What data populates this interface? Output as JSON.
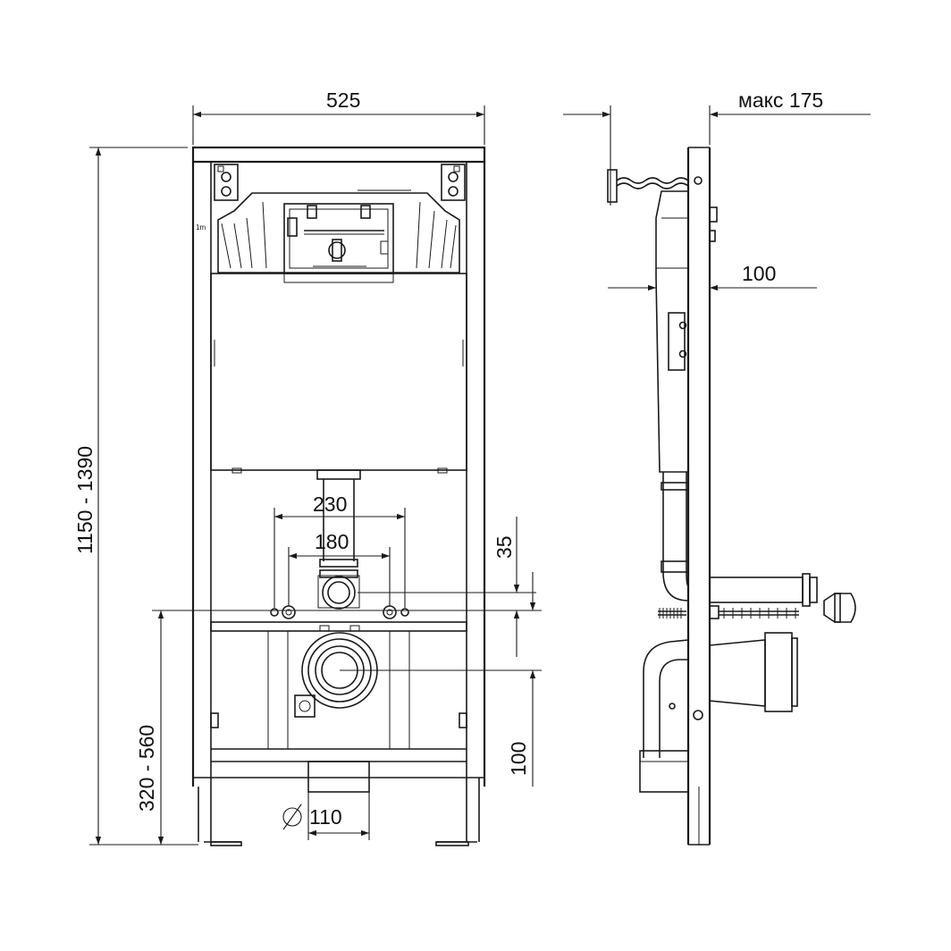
{
  "dimensions": {
    "frame_width": "525",
    "max_depth": "макс 175",
    "height_range": "1150 - 1390",
    "bolt_spacing_outer": "230",
    "bolt_spacing_inner": "180",
    "offset_small": "35",
    "side_depth": "100",
    "bottom_offset": "100",
    "bolt_height_range": "320 - 560",
    "pipe_diameter": "110"
  },
  "colors": {
    "line": "#1a1a1a",
    "background": "#ffffff"
  }
}
